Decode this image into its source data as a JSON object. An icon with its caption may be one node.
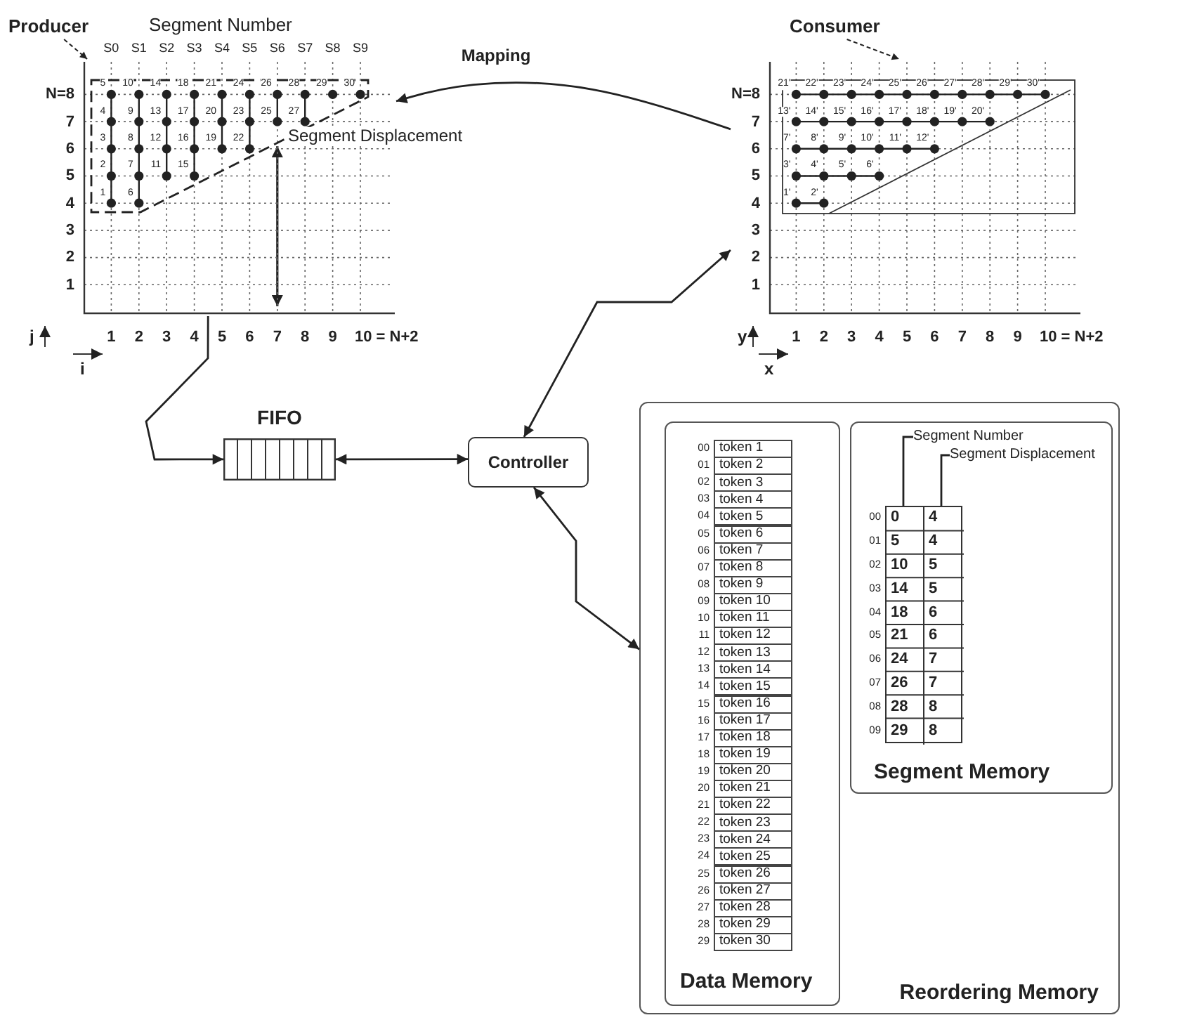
{
  "diagram": {
    "nodes": [
      {
        "text": [
          "Producer"
        ]
      },
      {
        "text": [],
        "shape": "picture"
      },
      {
        "text": [
          "Consumer"
        ]
      },
      {
        "text": [],
        "shape": "picture"
      },
      {
        "text": [
          "FIFO"
        ]
      },
      {
        "text": [
          "Controller"
        ]
      },
      {
        "text": [
          "Reordering Memory"
        ]
      },
      {
        "text": [
          "Data Memory"
        ],
        "in": 6
      },
      {
        "text": [
          "Segment Memory"
        ],
        "in": 6
      },
      {
        "text": [
          "Segment Number"
        ],
        "in": 8
      },
      {
        "text": [
          "Segment Displacement"
        ],
        "in": 8
      },
      {
        "text": [],
        "shape": "box",
        "in": 8
      }
    ],
    "edges": [
      {
        "from": 0,
        "to": 1,
        "arrow": "to",
        "style": "dashed"
      },
      {
        "from": 2,
        "to": 3,
        "arrow": "to",
        "style": "dashed"
      },
      {
        "from": 3,
        "to": 1,
        "arrow": "to",
        "label": "Mapping"
      },
      {
        "from": 1,
        "to": 4,
        "arrow": "to"
      },
      {
        "from": 4,
        "to": 5,
        "arrow": "both"
      },
      {
        "from": 5,
        "to": 3,
        "arrow": "both"
      },
      {
        "from": 5,
        "to": 6,
        "arrow": "both"
      },
      {
        "from": 9,
        "to": 11,
        "arrow": "none"
      },
      {
        "from": 10,
        "to": 11,
        "arrow": "none"
      }
    ],
    "labels": [
      "Segment Number",
      "S0",
      "S1",
      "S2",
      "S3",
      "S4",
      "S5",
      "S6",
      "S7",
      "S8",
      "S9",
      "N=8",
      "7",
      "6",
      "5",
      "4",
      "3",
      "2",
      "1",
      "1",
      "2",
      "3",
      "4",
      "5",
      "6",
      "7",
      "8",
      "9",
      "10",
      "11",
      "12",
      "13",
      "14",
      "15",
      "16",
      "17",
      "18",
      "19",
      "20",
      "21",
      "22",
      "23",
      "24",
      "25",
      "26",
      "27",
      "28",
      "29",
      "30",
      "j",
      "1",
      "2",
      "3",
      "4",
      "5",
      "6",
      "7",
      "8",
      "9",
      "10 = N+2",
      "i",
      "Segment Displacement",
      "N=8",
      "7",
      "6",
      "5",
      "4",
      "3",
      "2",
      "1",
      "1'",
      "2'",
      "3'",
      "4'",
      "5'",
      "6'",
      "7'",
      "8'",
      "9'",
      "10'",
      "11'",
      "12'",
      "13'",
      "14'",
      "15'",
      "16'",
      "17'",
      "18'",
      "19'",
      "20'",
      "21'",
      "22'",
      "23'",
      "24'",
      "25'",
      "26'",
      "27'",
      "28'",
      "29'",
      "30'",
      "y",
      "1",
      "2",
      "3",
      "4",
      "5",
      "6",
      "7",
      "8",
      "9",
      "10 = N+2",
      "x",
      "00",
      "token 1",
      "01",
      "token 2",
      "02",
      "token 3",
      "03",
      "token 4",
      "04",
      "token 5",
      "05",
      "token 6",
      "06",
      "token 7",
      "07",
      "token 8",
      "08",
      "token 9",
      "09",
      "token 10",
      "10",
      "token 11",
      "11",
      "token 12",
      "12",
      "token 13",
      "13",
      "token 14",
      "14",
      "token 15",
      "15",
      "token 16",
      "16",
      "token 17",
      "17",
      "token 18",
      "18",
      "token 19",
      "19",
      "token 20",
      "20",
      "token 21",
      "21",
      "token 22",
      "22",
      "token 23",
      "23",
      "token 24",
      "24",
      "token 25",
      "25",
      "token 26",
      "26",
      "token 27",
      "27",
      "token 28",
      "28",
      "token 29",
      "29",
      "token 30",
      "00",
      "0",
      "4",
      "01",
      "5",
      "4",
      "02",
      "10",
      "5",
      "03",
      "14",
      "5",
      "04",
      "18",
      "6",
      "05",
      "21",
      "6",
      "06",
      "24",
      "7",
      "07",
      "26",
      "7",
      "08",
      "28",
      "8",
      "09",
      "29",
      "8"
    ]
  }
}
